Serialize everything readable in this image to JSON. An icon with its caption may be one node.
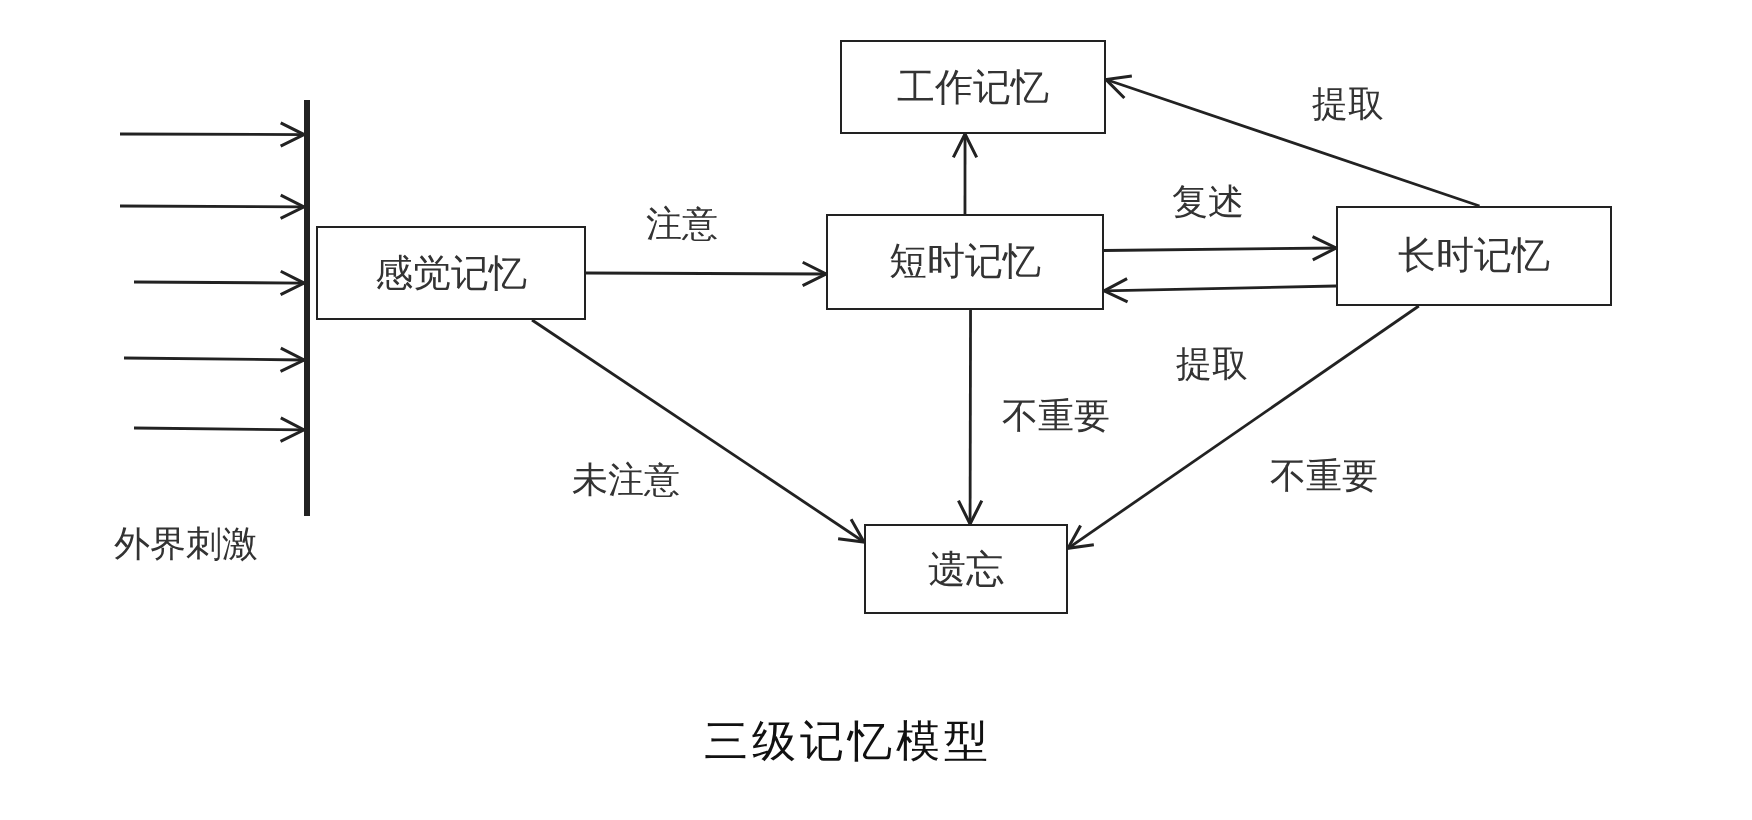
{
  "diagram": {
    "caption": "三级记忆模型",
    "nodes": [
      {
        "text": [],
        "shape": "bar",
        "beside": [
          "外界刺激"
        ]
      },
      {
        "text": [
          "感觉记忆"
        ]
      },
      {
        "text": [
          "短时记忆"
        ]
      },
      {
        "text": [
          "工作记忆"
        ]
      },
      {
        "text": [
          "长时记忆"
        ]
      },
      {
        "text": [
          "遗忘"
        ]
      }
    ],
    "edges": [
      {
        "from": null,
        "to": 0,
        "arrow": "to"
      },
      {
        "from": null,
        "to": 0,
        "arrow": "to"
      },
      {
        "from": null,
        "to": 0,
        "arrow": "to"
      },
      {
        "from": null,
        "to": 0,
        "arrow": "to"
      },
      {
        "from": null,
        "to": 0,
        "arrow": "to"
      },
      {
        "from": 1,
        "to": 2,
        "arrow": "to",
        "label": "注意"
      },
      {
        "from": 2,
        "to": 3,
        "arrow": "to"
      },
      {
        "from": 4,
        "to": 3,
        "arrow": "to",
        "label": "提取"
      },
      {
        "from": 2,
        "to": 4,
        "arrow": "to",
        "label": "复述"
      },
      {
        "from": 4,
        "to": 2,
        "arrow": "to",
        "label": "提取"
      },
      {
        "from": 1,
        "to": 5,
        "arrow": "to",
        "label": "未注意"
      },
      {
        "from": 2,
        "to": 5,
        "arrow": "to",
        "label": "不重要"
      },
      {
        "from": 4,
        "to": 5,
        "arrow": "to",
        "label": "不重要"
      }
    ]
  }
}
